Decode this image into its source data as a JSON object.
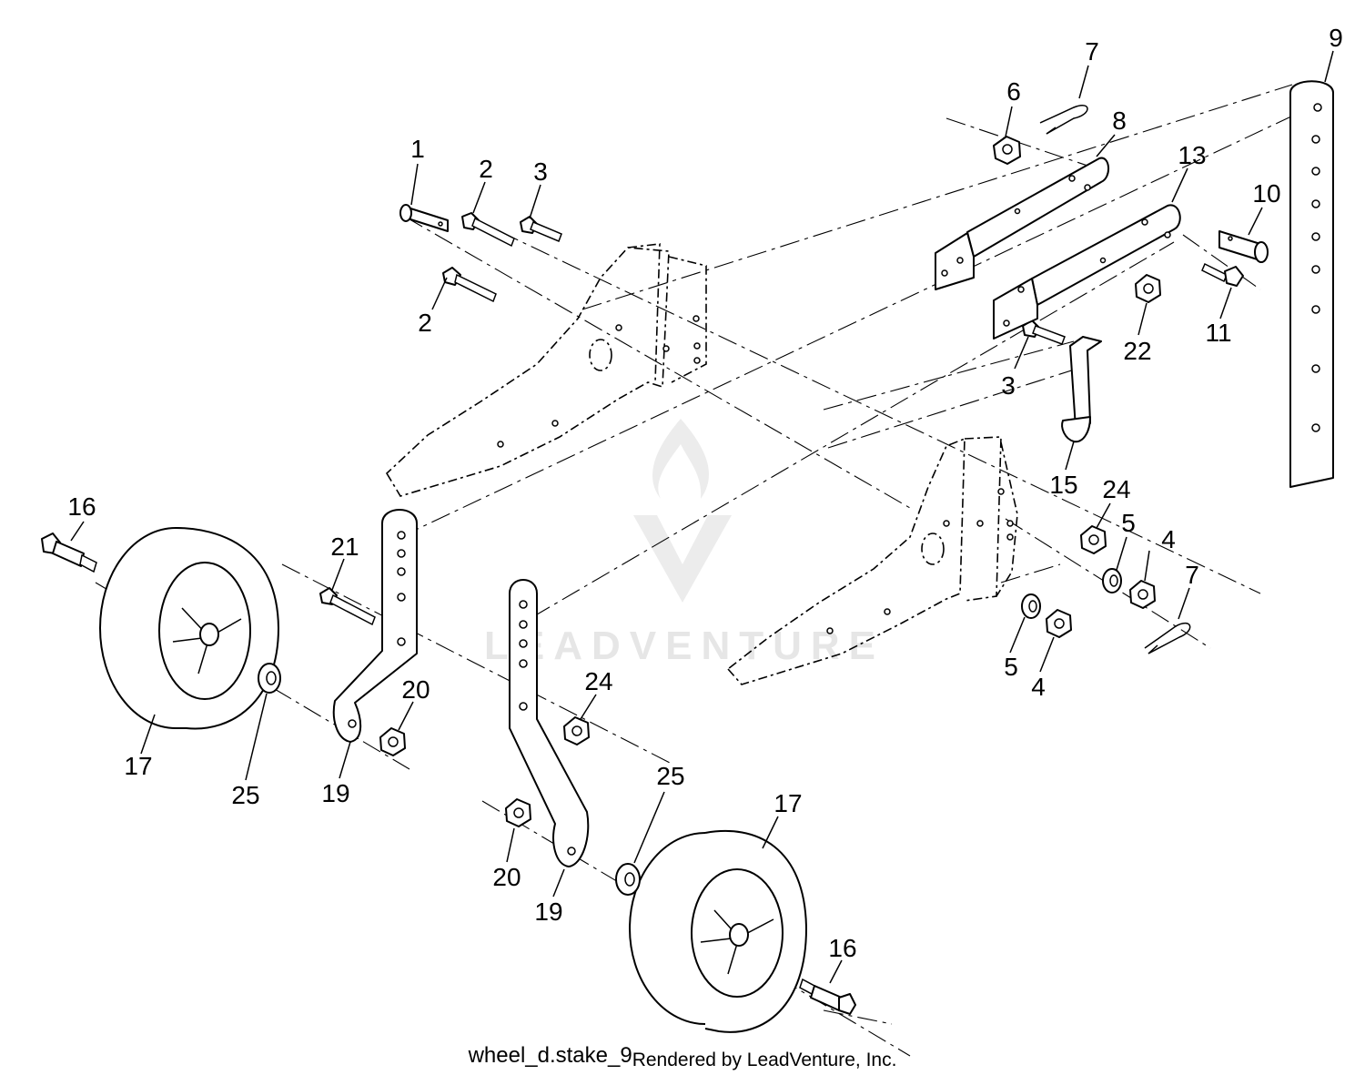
{
  "watermark": {
    "text": "LEADVENTURE"
  },
  "callouts": [
    "1",
    "2",
    "3",
    "2",
    "6",
    "7",
    "8",
    "9",
    "13",
    "10",
    "11",
    "22",
    "3",
    "15",
    "24",
    "5",
    "4",
    "7",
    "5",
    "4",
    "16",
    "17",
    "21",
    "25",
    "19",
    "20",
    "24",
    "20",
    "19",
    "25",
    "17",
    "16"
  ],
  "caption": {
    "code": "wheel_d.stake_9",
    "rendered_by": "Rendered by LeadVenture, Inc."
  }
}
